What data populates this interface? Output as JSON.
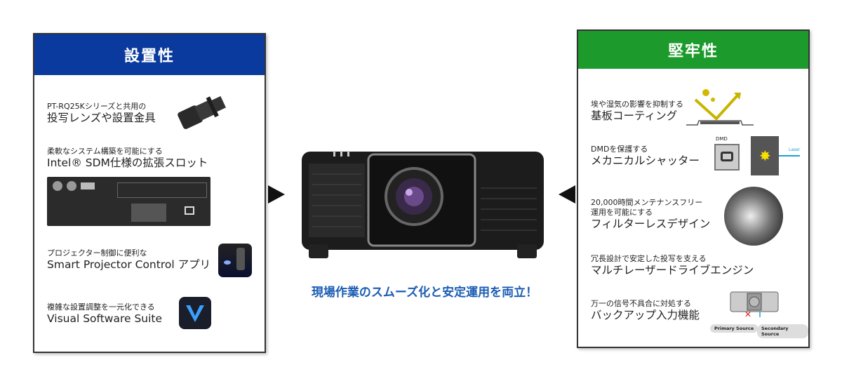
{
  "left_panel": {
    "title": "設置性",
    "color": "#0a3a9e",
    "items": [
      {
        "sub": "PT-RQ25Kシリーズと共用の",
        "main": "投写レンズや設置金具",
        "icon": "lens-image"
      },
      {
        "sub": "柔軟なシステム構築を可能にする",
        "main": "Intel® SDM仕様の拡張スロット",
        "icon": "terminal-panel-image"
      },
      {
        "sub": "プロジェクター制御に便利な",
        "main": "Smart Projector Control アプリ",
        "icon": "app-icon"
      },
      {
        "sub": "複雑な設置調整を一元化できる",
        "main": "Visual Software Suite",
        "icon": "vss-logo-icon"
      }
    ]
  },
  "right_panel": {
    "title": "堅牢性",
    "color": "#1d9a2c",
    "items": [
      {
        "sub": "埃や湿気の影響を抑制する",
        "main": "基板コーティング",
        "icon": "coating-diagram"
      },
      {
        "sub": "DMDを保護する",
        "main": "メカニカルシャッター",
        "icon": "shutter-diagram",
        "labels": [
          "DMD",
          "Laser"
        ]
      },
      {
        "sub": "20,000時間メンテナンスフリー",
        "sub2": "運用を可能にする",
        "main": "フィルターレスデザイン",
        "icon": "filterless-image"
      },
      {
        "sub": "冗長設計で安定した投写を支える",
        "main": "マルチレーザードライブエンジン"
      },
      {
        "sub": "万一の信号不具合に対処する",
        "main": "バックアップ入力機能",
        "icon": "backup-diagram",
        "labels": [
          "Primary Source",
          "Secondary Source"
        ]
      }
    ]
  },
  "tagline": "現場作業のスムーズ化と安定運用を両立！",
  "tagline_color": "#1b5db3"
}
